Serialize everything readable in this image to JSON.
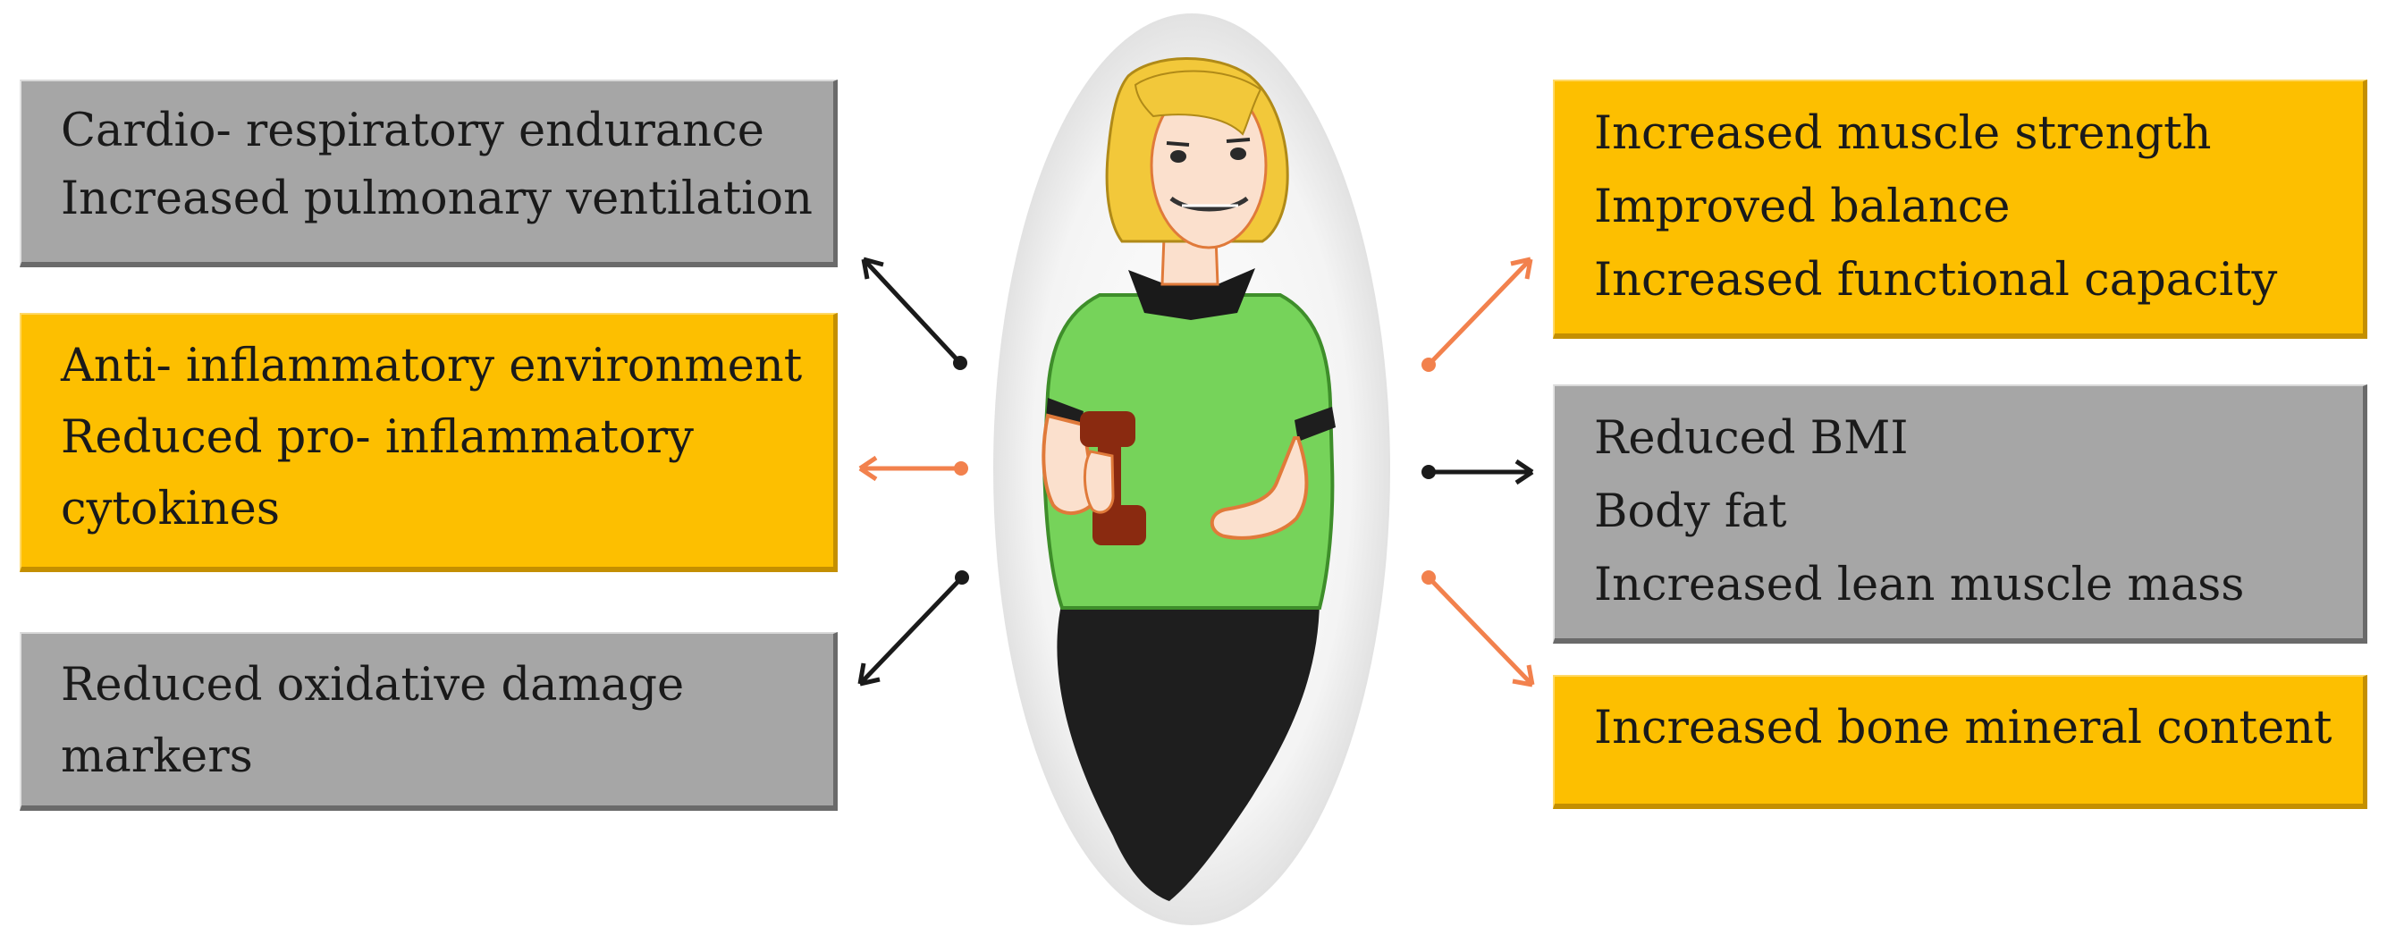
{
  "boxes": {
    "left_1": {
      "color": "gray",
      "lines": [
        "Cardio- respiratory endurance",
        "Increased pulmonary ventilation"
      ]
    },
    "left_2": {
      "color": "orange",
      "lines": [
        "Anti- inflammatory environment",
        "Reduced pro- inflammatory",
        "cytokines"
      ]
    },
    "left_3": {
      "color": "gray",
      "lines": [
        "Reduced oxidative damage",
        "markers"
      ]
    },
    "right_1": {
      "color": "orange",
      "lines": [
        "Increased muscle strength",
        "Improved balance",
        "Increased functional capacity"
      ]
    },
    "right_2": {
      "color": "gray",
      "lines": [
        "Reduced BMI",
        "Body fat",
        "Increased lean muscle mass"
      ]
    },
    "right_3": {
      "color": "orange",
      "lines": [
        "Increased bone mineral content"
      ]
    }
  },
  "colors": {
    "gray_box": "#a6a6a6",
    "orange_box": "#fdbf00",
    "black_arrow": "#1a1a1a",
    "orange_arrow": "#f2814d"
  }
}
